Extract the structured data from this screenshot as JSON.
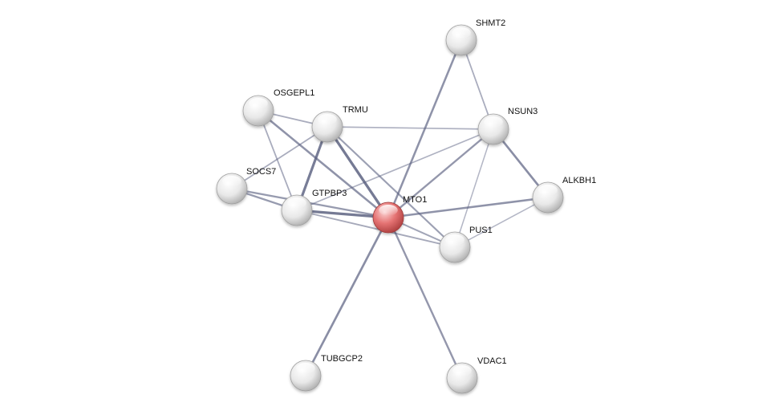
{
  "colors": {
    "background": "#ffffff",
    "query_node": "#e06666",
    "neighbor_node": "#e6e6e6",
    "edge": "#5a6080"
  },
  "nodes": [
    {
      "id": "MTO1",
      "label": "MTO1",
      "query": true
    },
    {
      "id": "SHMT2",
      "label": "SHMT2"
    },
    {
      "id": "OSGEPL1",
      "label": "OSGEPL1"
    },
    {
      "id": "TRMU",
      "label": "TRMU"
    },
    {
      "id": "NSUN3",
      "label": "NSUN3"
    },
    {
      "id": "SOCS7",
      "label": "SOCS7"
    },
    {
      "id": "GTPBP3",
      "label": "GTPBP3"
    },
    {
      "id": "ALKBH1",
      "label": "ALKBH1"
    },
    {
      "id": "PUS1",
      "label": "PUS1"
    },
    {
      "id": "TUBGCP2",
      "label": "TUBGCP2"
    },
    {
      "id": "VDAC1",
      "label": "VDAC1"
    }
  ],
  "edges": [
    {
      "source": "SHMT2",
      "target": "MTO1",
      "strength": 0.6
    },
    {
      "source": "SHMT2",
      "target": "NSUN3",
      "strength": 0.3
    },
    {
      "source": "OSGEPL1",
      "target": "TRMU",
      "strength": 0.3
    },
    {
      "source": "OSGEPL1",
      "target": "GTPBP3",
      "strength": 0.3
    },
    {
      "source": "OSGEPL1",
      "target": "MTO1",
      "strength": 0.6
    },
    {
      "source": "TRMU",
      "target": "NSUN3",
      "strength": 0.25
    },
    {
      "source": "TRMU",
      "target": "GTPBP3",
      "strength": 0.85
    },
    {
      "source": "TRMU",
      "target": "MTO1",
      "strength": 0.9
    },
    {
      "source": "TRMU",
      "target": "SOCS7",
      "strength": 0.3
    },
    {
      "source": "TRMU",
      "target": "PUS1",
      "strength": 0.45
    },
    {
      "source": "NSUN3",
      "target": "MTO1",
      "strength": 0.55
    },
    {
      "source": "NSUN3",
      "target": "ALKBH1",
      "strength": 0.65
    },
    {
      "source": "NSUN3",
      "target": "PUS1",
      "strength": 0.2
    },
    {
      "source": "NSUN3",
      "target": "GTPBP3",
      "strength": 0.25
    },
    {
      "source": "SOCS7",
      "target": "GTPBP3",
      "strength": 0.5
    },
    {
      "source": "SOCS7",
      "target": "MTO1",
      "strength": 0.5
    },
    {
      "source": "GTPBP3",
      "target": "MTO1",
      "strength": 0.9
    },
    {
      "source": "GTPBP3",
      "target": "PUS1",
      "strength": 0.35
    },
    {
      "source": "ALKBH1",
      "target": "MTO1",
      "strength": 0.6
    },
    {
      "source": "ALKBH1",
      "target": "PUS1",
      "strength": 0.2
    },
    {
      "source": "MTO1",
      "target": "PUS1",
      "strength": 0.4
    },
    {
      "source": "MTO1",
      "target": "TUBGCP2",
      "strength": 0.65
    },
    {
      "source": "MTO1",
      "target": "VDAC1",
      "strength": 0.55
    }
  ]
}
